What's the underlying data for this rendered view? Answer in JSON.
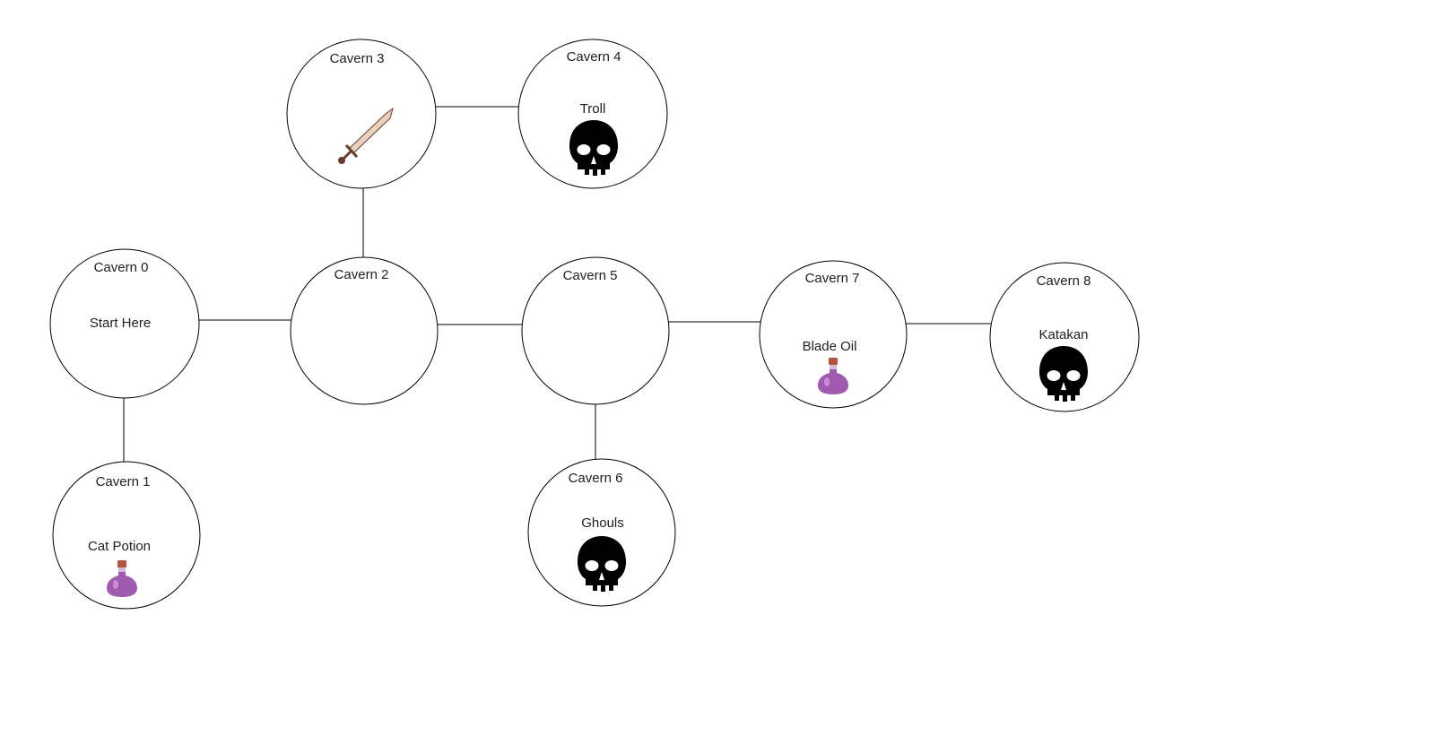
{
  "caverns": [
    {
      "id": "cavern-0",
      "title": "Cavern 0",
      "content": "Start Here",
      "icon": ""
    },
    {
      "id": "cavern-1",
      "title": "Cavern 1",
      "content": "Cat Potion",
      "icon": "potion-icon"
    },
    {
      "id": "cavern-2",
      "title": "Cavern 2",
      "content": "",
      "icon": ""
    },
    {
      "id": "cavern-3",
      "title": "Cavern 3",
      "content": "",
      "icon": "sword-icon"
    },
    {
      "id": "cavern-4",
      "title": "Cavern 4",
      "content": "Troll",
      "icon": "skull-icon"
    },
    {
      "id": "cavern-5",
      "title": "Cavern 5",
      "content": "",
      "icon": ""
    },
    {
      "id": "cavern-6",
      "title": "Cavern 6",
      "content": "Ghouls",
      "icon": "skull-icon"
    },
    {
      "id": "cavern-7",
      "title": "Cavern 7",
      "content": "Blade Oil",
      "icon": "potion-icon"
    },
    {
      "id": "cavern-8",
      "title": "Cavern 8",
      "content": "Katakan",
      "icon": "skull-icon"
    }
  ],
  "connections": [
    [
      "cavern-0",
      "cavern-2"
    ],
    [
      "cavern-0",
      "cavern-1"
    ],
    [
      "cavern-2",
      "cavern-3"
    ],
    [
      "cavern-3",
      "cavern-4"
    ],
    [
      "cavern-2",
      "cavern-5"
    ],
    [
      "cavern-5",
      "cavern-6"
    ],
    [
      "cavern-5",
      "cavern-7"
    ],
    [
      "cavern-7",
      "cavern-8"
    ]
  ],
  "colors": {
    "outline": "#000000",
    "text": "#202020",
    "skull": "#000000",
    "potion_liquid": "#a05bb0",
    "potion_cork": "#b5533c",
    "sword_blade": "#e8d2bd",
    "sword_hilt": "#6b3a2e"
  }
}
